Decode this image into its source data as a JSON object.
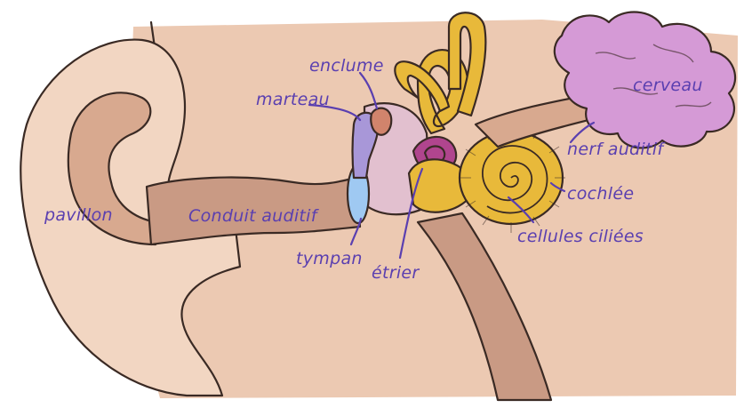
{
  "labels": {
    "pavillon": "pavillon",
    "conduit_auditif": "Conduit auditif",
    "tympan": "tympan",
    "marteau": "marteau",
    "enclume": "enclume",
    "etrier": "étrier",
    "cochlee": "cochlée",
    "cellules_ciliees": "cellules ciliées",
    "nerf_auditif": "nerf auditif",
    "cerveau": "cerveau"
  },
  "colors": {
    "label_ink": "#5a3fb0",
    "skin": "#f2d6c2",
    "skin_dark": "#d8a98f",
    "canal": "#c99a84",
    "background_skin": "#ecc9b2",
    "cochlea": "#e8b93a",
    "brain": "#d59ad6",
    "tympan": "#9fc9f2",
    "ossicle_purple": "#a897d8",
    "stapes_magenta": "#b0458e",
    "outline": "#3a2a24"
  }
}
